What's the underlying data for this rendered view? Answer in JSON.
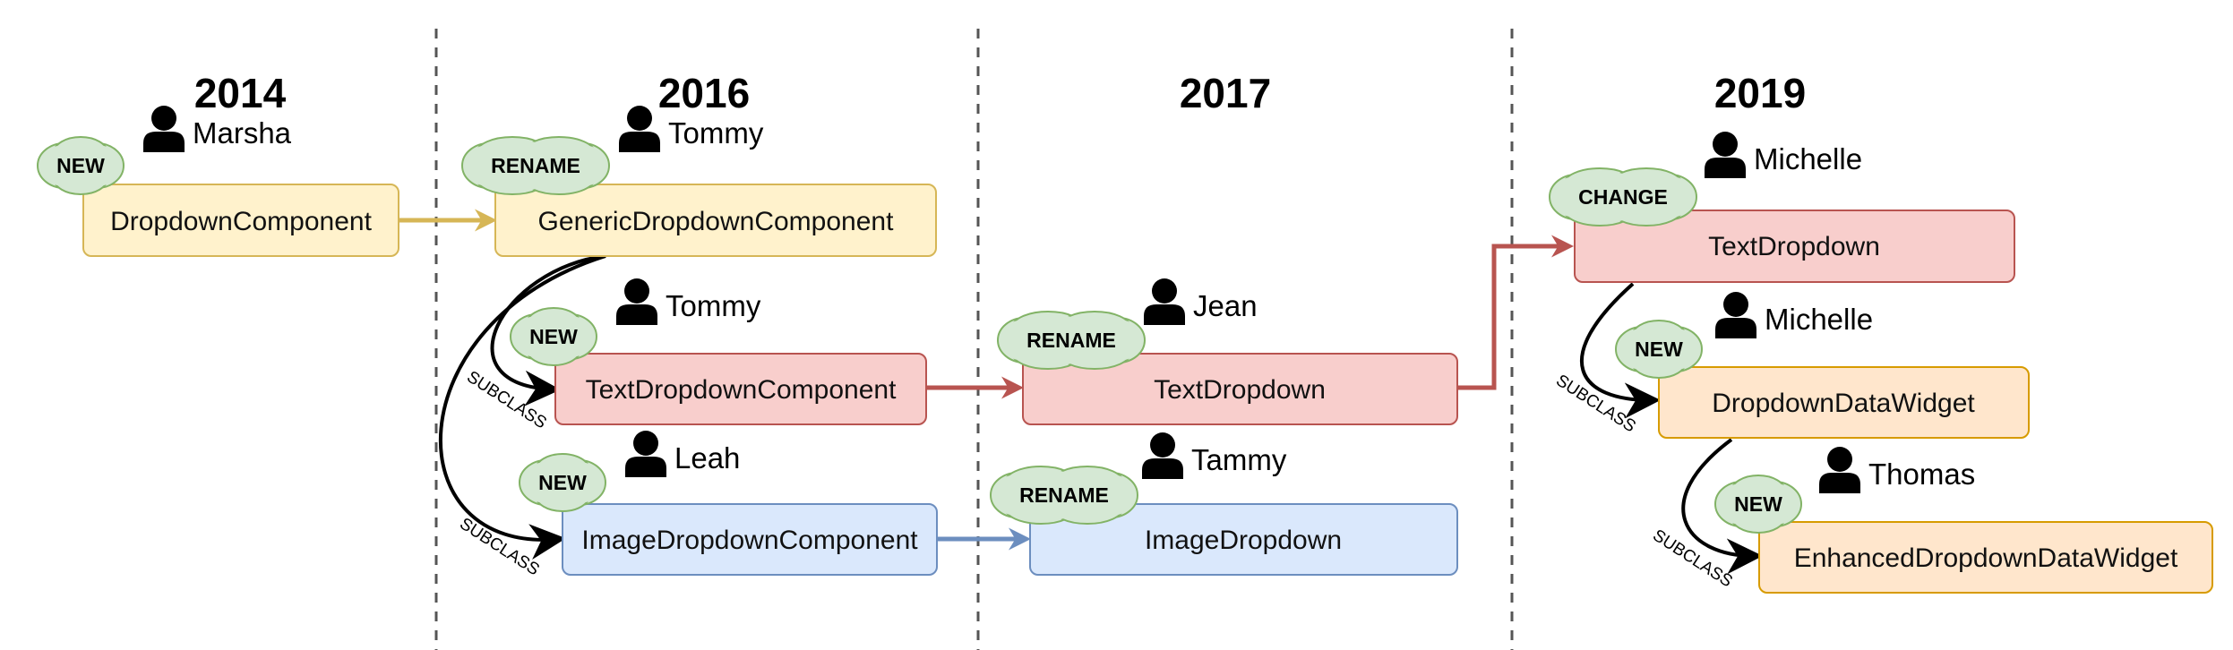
{
  "years": [
    "2014",
    "2016",
    "2017",
    "2019"
  ],
  "components": [
    {
      "label": "DropdownComponent",
      "color": "yellow"
    },
    {
      "label": "GenericDropdownComponent",
      "color": "yellow"
    },
    {
      "label": "TextDropdownComponent",
      "color": "red"
    },
    {
      "label": "ImageDropdownComponent",
      "color": "blue"
    },
    {
      "label": "TextDropdown",
      "color": "red"
    },
    {
      "label": "ImageDropdown",
      "color": "blue"
    },
    {
      "label": "TextDropdown",
      "color": "red"
    },
    {
      "label": "DropdownDataWidget",
      "color": "orange"
    },
    {
      "label": "EnhancedDropdownDataWidget",
      "color": "orange"
    }
  ],
  "badges": [
    "NEW",
    "RENAME",
    "NEW",
    "NEW",
    "RENAME",
    "RENAME",
    "CHANGE",
    "NEW",
    "NEW"
  ],
  "authors": [
    "Marsha",
    "Tommy",
    "Tommy",
    "Leah",
    "Jean",
    "Tammy",
    "Michelle",
    "Michelle",
    "Thomas"
  ],
  "edge_labels": [
    "SUBCLASS",
    "SUBCLASS",
    "SUBCLASS",
    "SUBCLASS"
  ],
  "colors": {
    "yellow_fill": "#fff2cc",
    "yellow_stroke": "#d6b656",
    "red_fill": "#f8cecc",
    "red_stroke": "#b85450",
    "blue_fill": "#dae8fc",
    "blue_stroke": "#6c8ebf",
    "orange_fill": "#ffe6cc",
    "orange_stroke": "#d79b00",
    "badge_fill": "#d5e8d4",
    "badge_stroke": "#82b366",
    "divider": "#555555"
  }
}
